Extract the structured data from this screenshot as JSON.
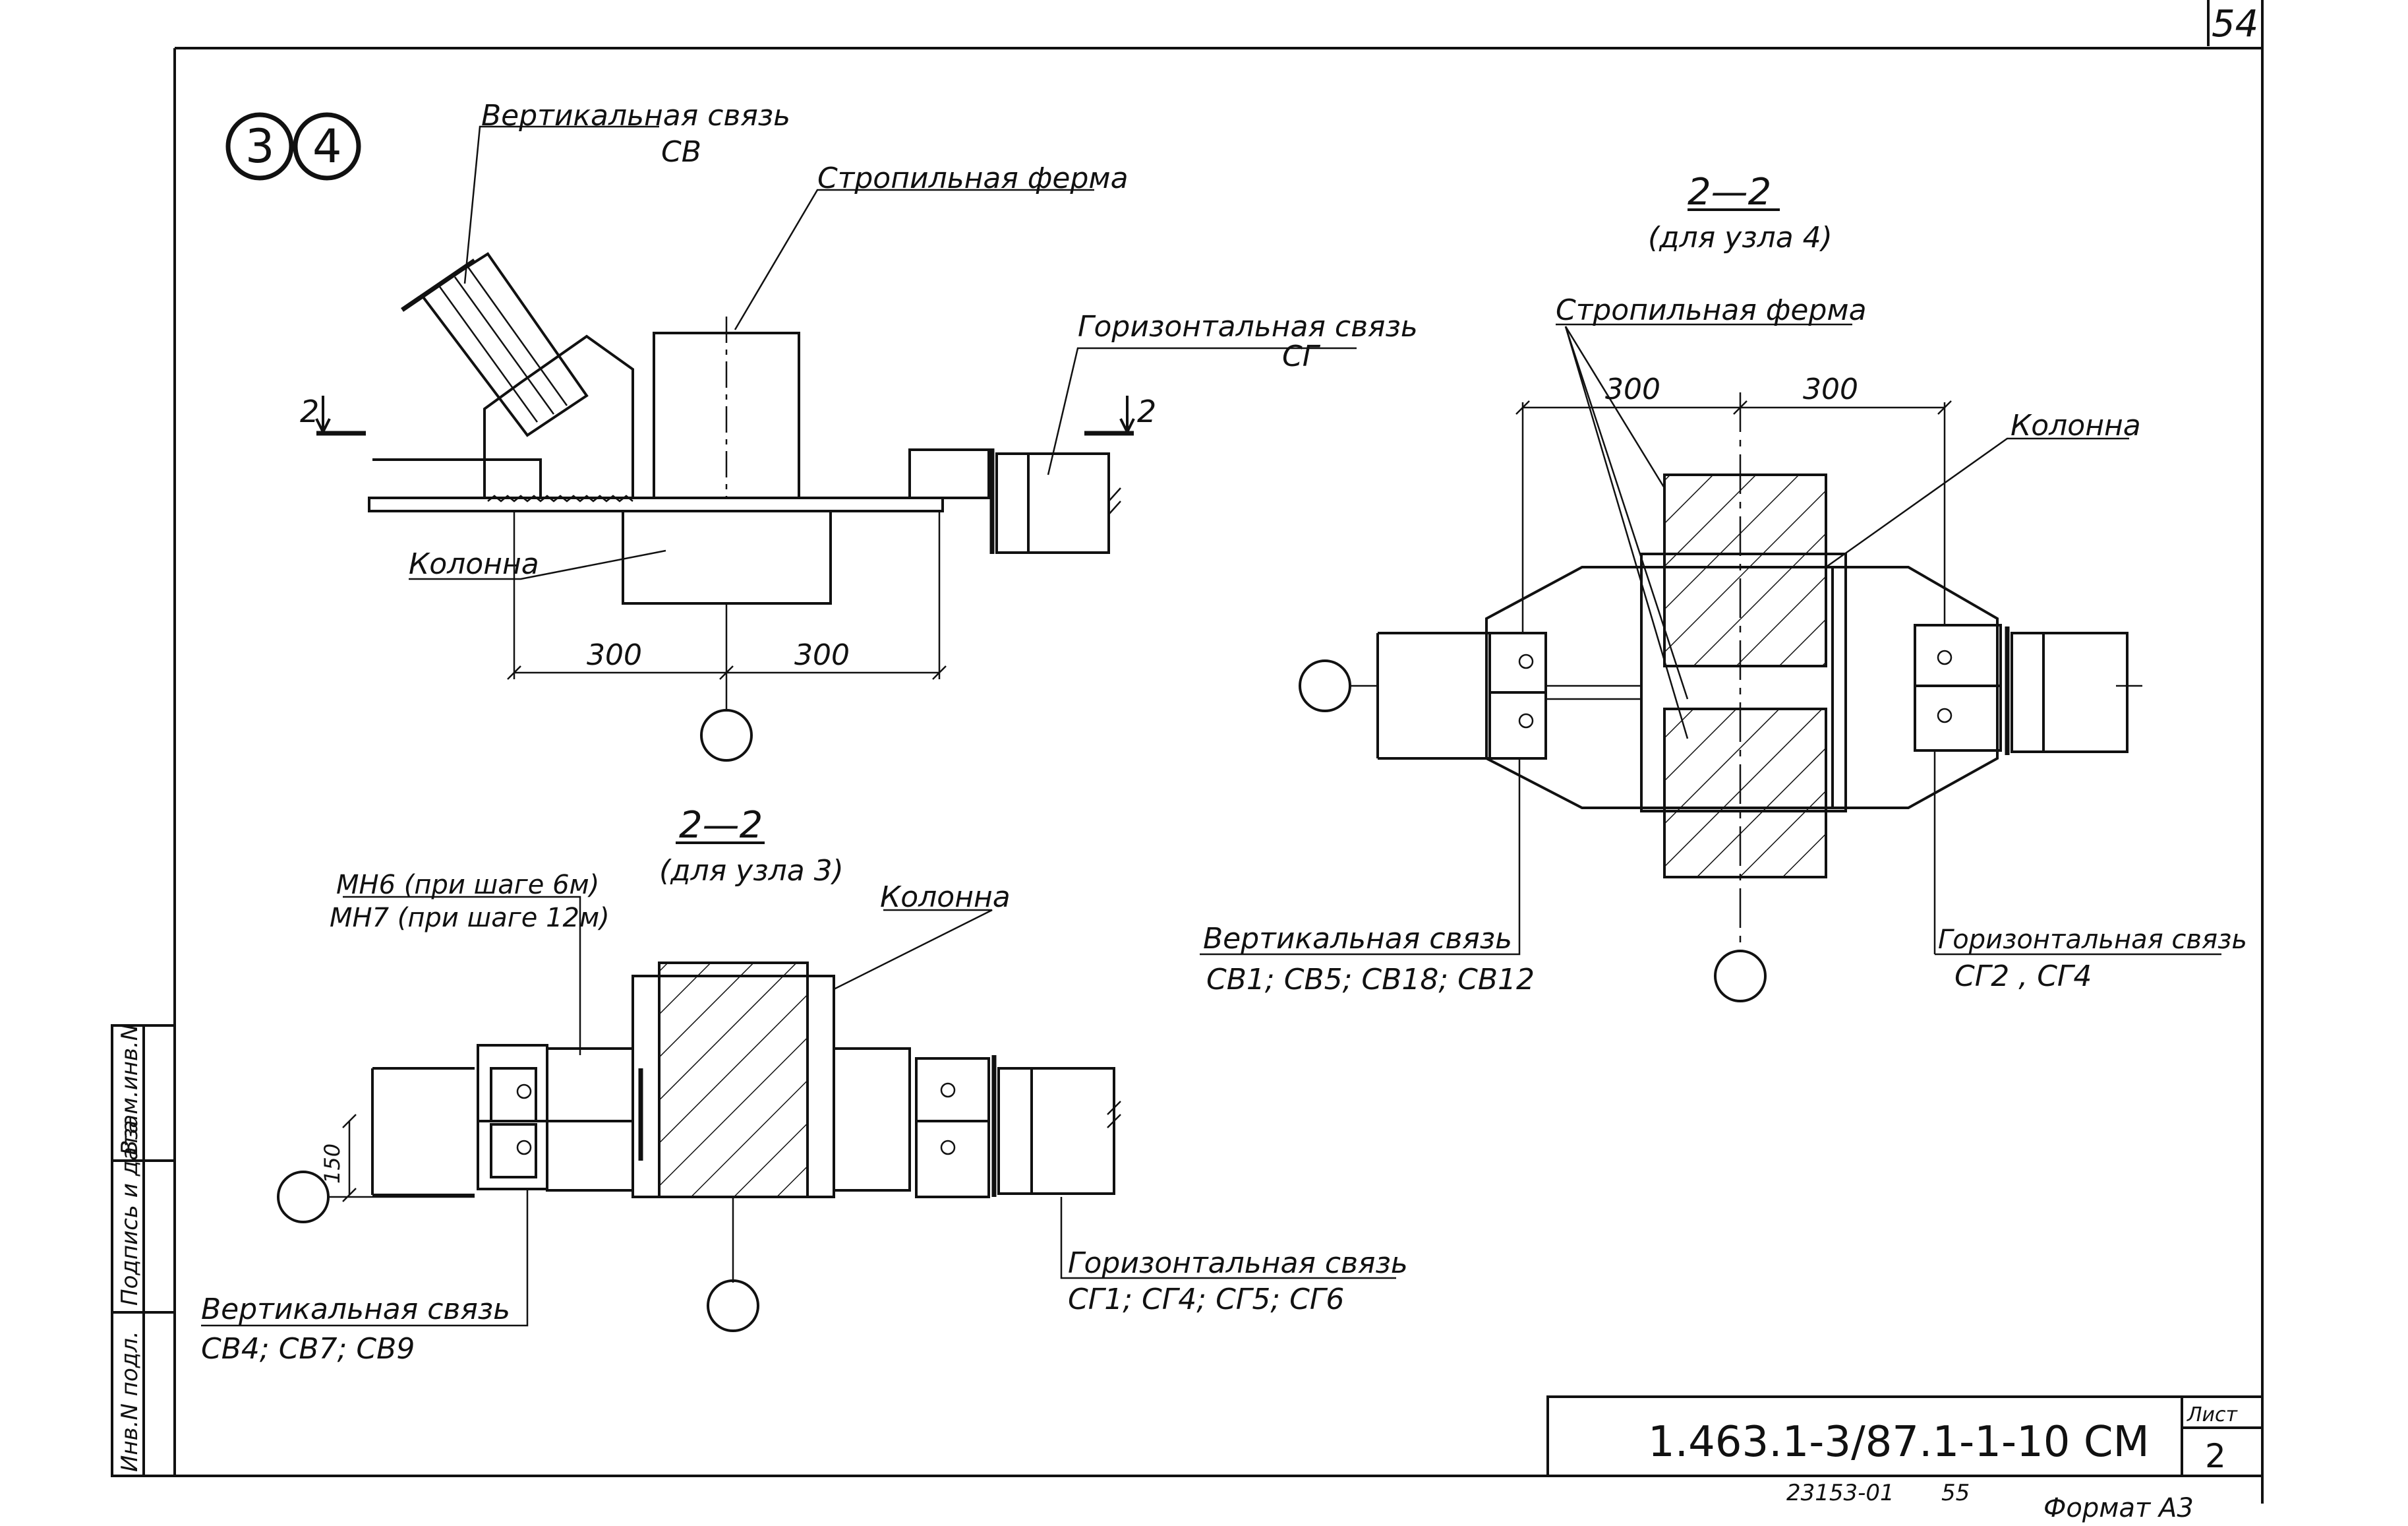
{
  "sheet_number_top": "54",
  "node_ids": [
    "3",
    "4"
  ],
  "top_view": {
    "label_vertical_brace": "Вертикальная связь",
    "label_vertical_brace_code": "СВ",
    "label_truss": "Стропильная ферма",
    "label_horizontal_brace": "Горизонтальная связь",
    "label_horizontal_brace_code": "СГ",
    "label_column": "Колонна",
    "section_mark_left": "2",
    "section_mark_right": "2",
    "dim_left": "300",
    "dim_right": "300"
  },
  "section_node3": {
    "title": "2—2",
    "subtitle": "(для узла 3)",
    "label_mn6": "МН6 (при шаге 6м)",
    "label_mn7": "МН7 (при шаге 12м)",
    "label_column": "Колонна",
    "dim_150": "150",
    "label_vertical_brace": "Вертикальная связь",
    "label_vertical_brace_codes": "СВ4; СВ7; СВ9",
    "label_horizontal_brace": "Горизонтальная связь",
    "label_horizontal_brace_codes": "СГ1; СГ4; СГ5; СГ6"
  },
  "section_node4": {
    "title": "2—2",
    "subtitle": "(для узла 4)",
    "label_truss": "Стропильная ферма",
    "label_column": "Колонна",
    "dim_left": "300",
    "dim_right": "300",
    "label_vertical_brace": "Вертикальная связь",
    "label_vertical_brace_codes": "СВ1; СВ5; СВ18; СВ12",
    "label_horizontal_brace": "Горизонтальная связь",
    "label_horizontal_brace_codes": "СГ2 , СГ4"
  },
  "side_stamp": {
    "cells": [
      "Инв.N подл.",
      "Подпись и дата",
      "Взам.инв.N"
    ]
  },
  "title_block": {
    "designation": "1.463.1-3/87.1-1-10 СМ",
    "sheet_label": "Лист",
    "sheet_value": "2"
  },
  "footer": {
    "archive_number": "23153-01",
    "page": "55",
    "format": "Формат А3"
  }
}
